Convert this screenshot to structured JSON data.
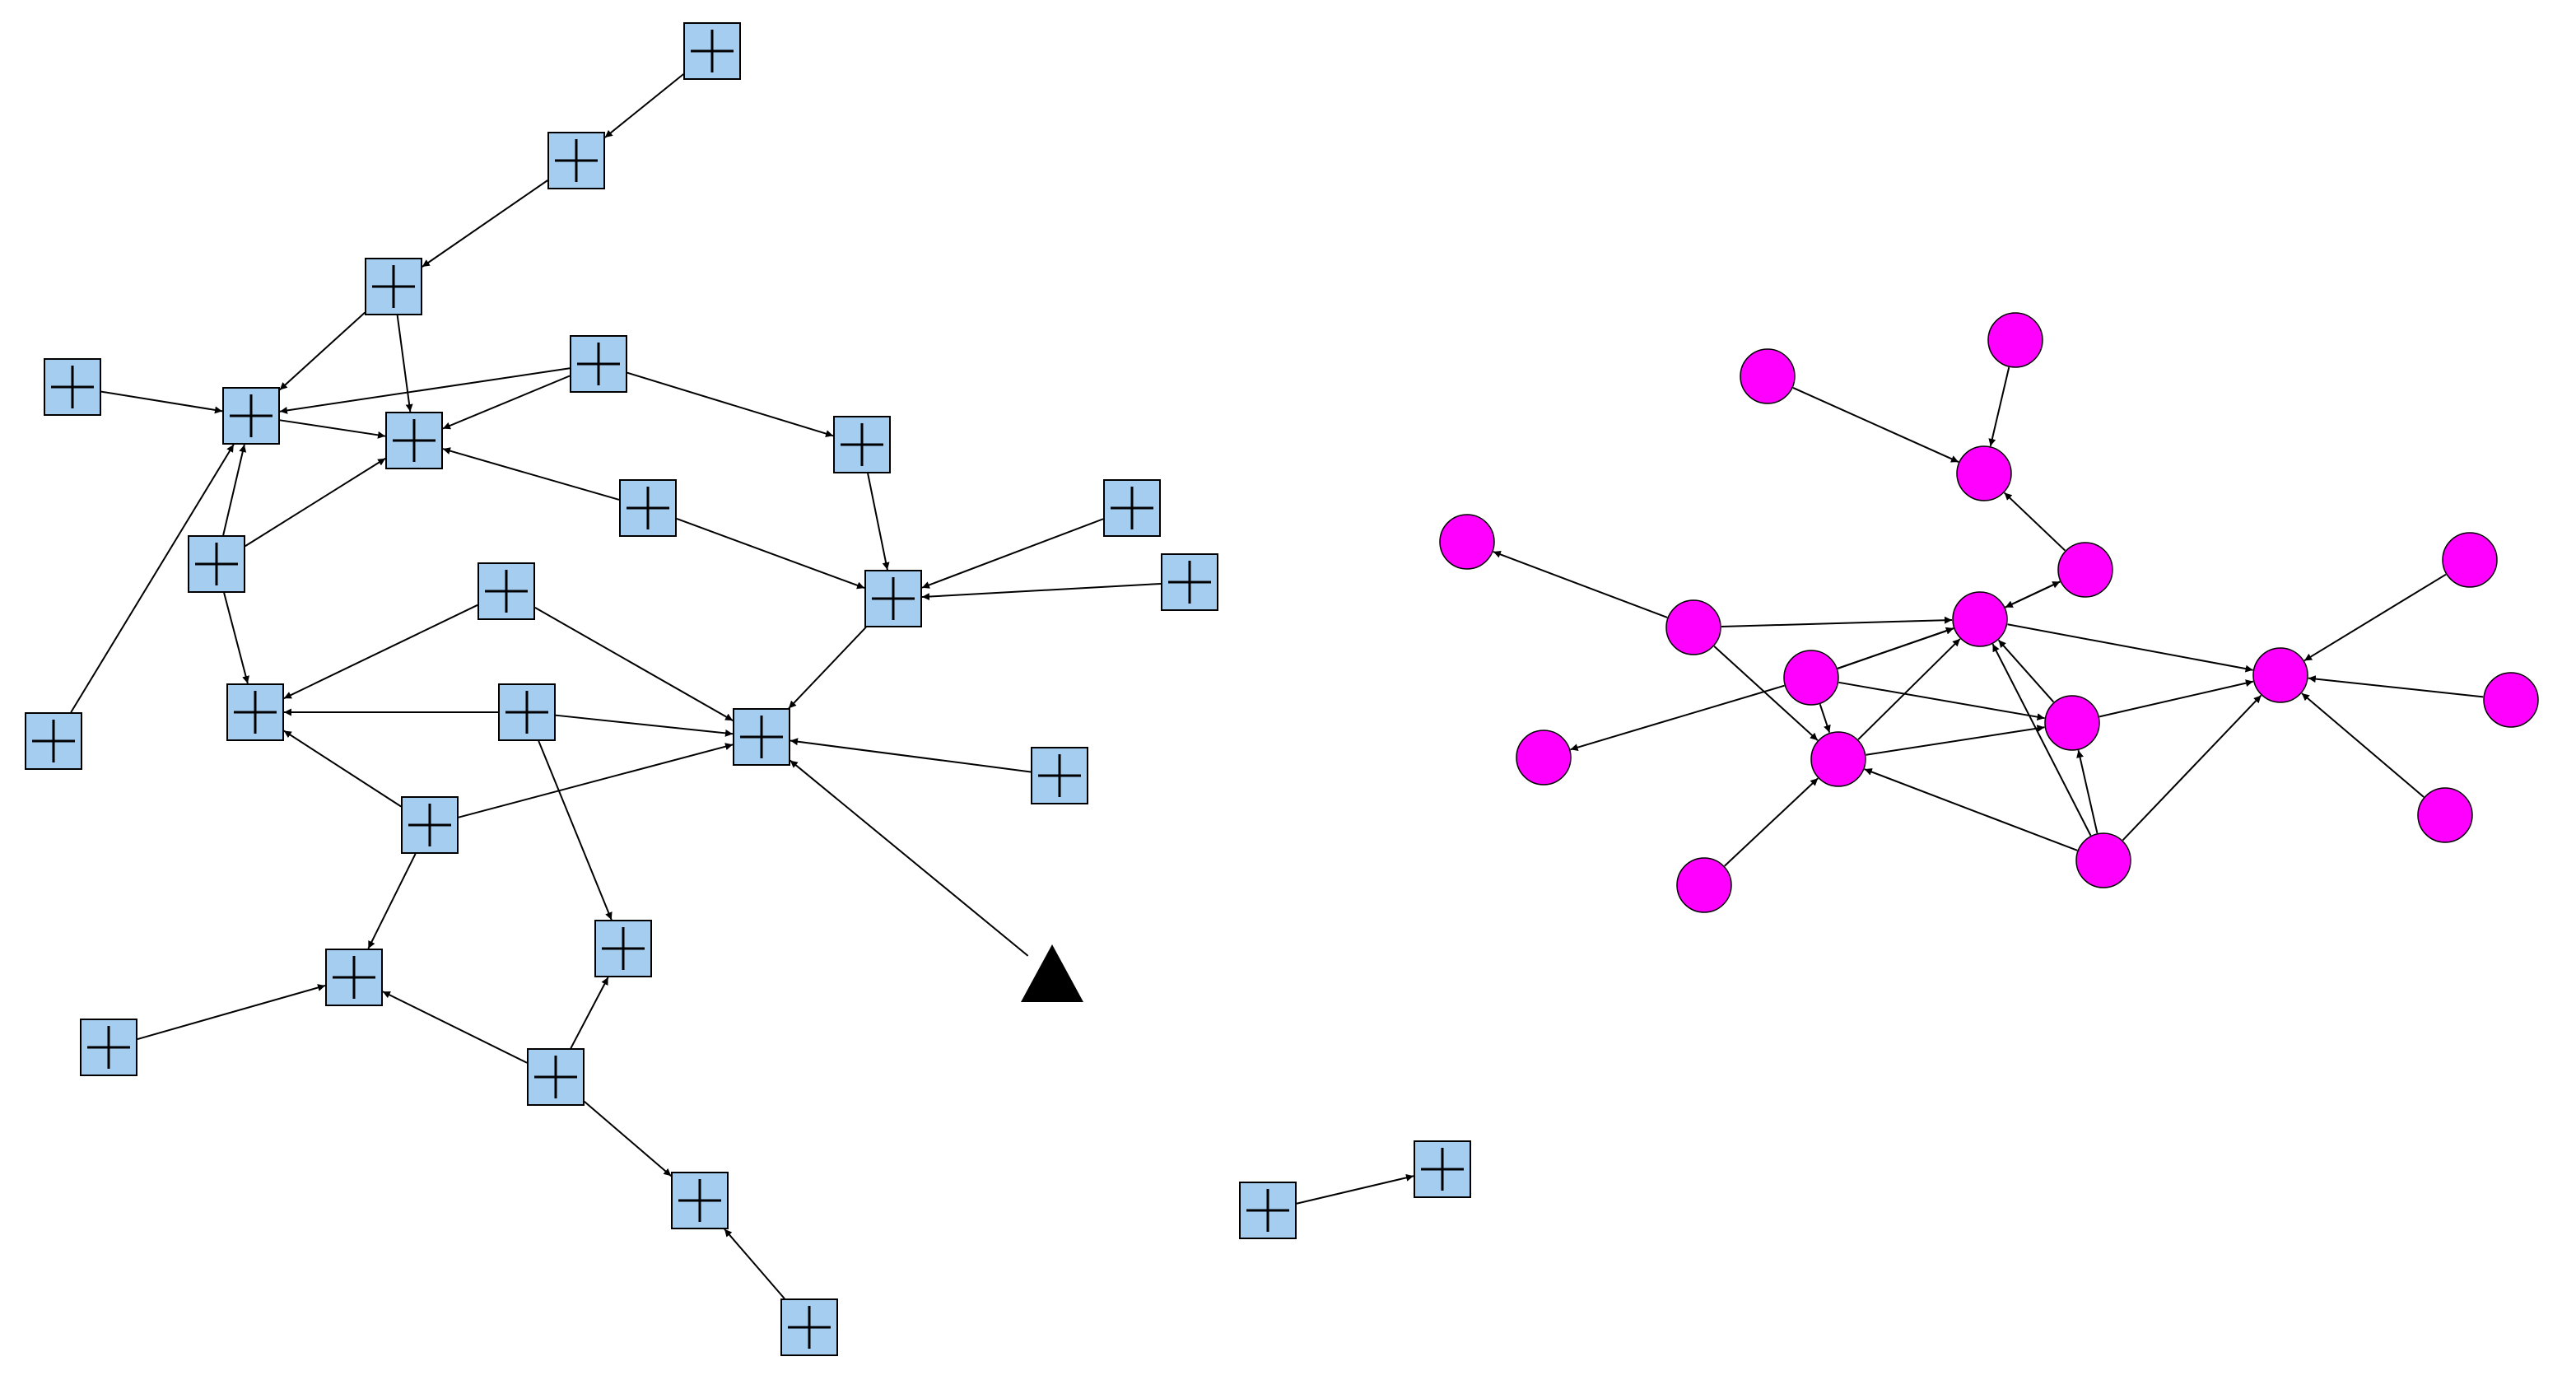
{
  "graph": {
    "colors": {
      "square_fill": "#a4cdf0",
      "square_stroke": "#000000",
      "circle_fill": "#ff00ff",
      "circle_stroke": "#000000",
      "triangle_fill": "#000000",
      "edge": "#000000",
      "background": "#ffffff"
    },
    "node_shapes": {
      "square": "grid-square-icon",
      "circle": "circle-node",
      "triangle": "triangle-node"
    },
    "nodes": [
      {
        "id": "s1",
        "shape": "square"
      },
      {
        "id": "s2",
        "shape": "square"
      },
      {
        "id": "s3",
        "shape": "square"
      },
      {
        "id": "s4",
        "shape": "square"
      },
      {
        "id": "s5",
        "shape": "square"
      },
      {
        "id": "s6",
        "shape": "square"
      },
      {
        "id": "s7",
        "shape": "square"
      },
      {
        "id": "s8",
        "shape": "square"
      },
      {
        "id": "s9",
        "shape": "square"
      },
      {
        "id": "s10",
        "shape": "square"
      },
      {
        "id": "s11",
        "shape": "square"
      },
      {
        "id": "s12",
        "shape": "square"
      },
      {
        "id": "s13",
        "shape": "square"
      },
      {
        "id": "s14",
        "shape": "square"
      },
      {
        "id": "s15",
        "shape": "square"
      },
      {
        "id": "s16",
        "shape": "square"
      },
      {
        "id": "s17",
        "shape": "square"
      },
      {
        "id": "s18",
        "shape": "square"
      },
      {
        "id": "s19",
        "shape": "square"
      },
      {
        "id": "s20",
        "shape": "square"
      },
      {
        "id": "s21",
        "shape": "square"
      },
      {
        "id": "s22",
        "shape": "square"
      },
      {
        "id": "s23",
        "shape": "square"
      },
      {
        "id": "s24",
        "shape": "square"
      },
      {
        "id": "s25",
        "shape": "square"
      },
      {
        "id": "s26",
        "shape": "square"
      },
      {
        "id": "s27",
        "shape": "square"
      },
      {
        "id": "t1",
        "shape": "triangle"
      },
      {
        "id": "c1",
        "shape": "circle"
      },
      {
        "id": "c2",
        "shape": "circle"
      },
      {
        "id": "c3",
        "shape": "circle"
      },
      {
        "id": "c4",
        "shape": "circle"
      },
      {
        "id": "c5",
        "shape": "circle"
      },
      {
        "id": "c6",
        "shape": "circle"
      },
      {
        "id": "c7",
        "shape": "circle"
      },
      {
        "id": "c8",
        "shape": "circle"
      },
      {
        "id": "c9",
        "shape": "circle"
      },
      {
        "id": "c10",
        "shape": "circle"
      },
      {
        "id": "c11",
        "shape": "circle"
      },
      {
        "id": "c12",
        "shape": "circle"
      },
      {
        "id": "c13",
        "shape": "circle"
      },
      {
        "id": "c14",
        "shape": "circle"
      },
      {
        "id": "c15",
        "shape": "circle"
      },
      {
        "id": "c16",
        "shape": "circle"
      },
      {
        "id": "c17",
        "shape": "circle"
      },
      {
        "id": "c18",
        "shape": "circle"
      }
    ],
    "edges": [
      {
        "from": "s1",
        "to": "s2"
      },
      {
        "from": "s2",
        "to": "s3"
      },
      {
        "from": "s3",
        "to": "s5"
      },
      {
        "from": "s3",
        "to": "s6"
      },
      {
        "from": "s4",
        "to": "s5"
      },
      {
        "from": "s5",
        "to": "s6"
      },
      {
        "from": "s7",
        "to": "s5"
      },
      {
        "from": "s7",
        "to": "s6"
      },
      {
        "from": "s7",
        "to": "s8"
      },
      {
        "from": "s9",
        "to": "s5"
      },
      {
        "from": "s9",
        "to": "s6"
      },
      {
        "from": "s9",
        "to": "s13"
      },
      {
        "from": "s10",
        "to": "s5"
      },
      {
        "from": "s11",
        "to": "s6"
      },
      {
        "from": "s11",
        "to": "s14"
      },
      {
        "from": "s8",
        "to": "s14"
      },
      {
        "from": "s12",
        "to": "s14"
      },
      {
        "from": "s15",
        "to": "s14"
      },
      {
        "from": "s16",
        "to": "s13"
      },
      {
        "from": "s16",
        "to": "s18"
      },
      {
        "from": "s17",
        "to": "s13"
      },
      {
        "from": "s17",
        "to": "s18"
      },
      {
        "from": "s17",
        "to": "s21"
      },
      {
        "from": "s14",
        "to": "s18"
      },
      {
        "from": "s19",
        "to": "s18"
      },
      {
        "from": "s20",
        "to": "s13"
      },
      {
        "from": "s20",
        "to": "s18"
      },
      {
        "from": "s20",
        "to": "s22"
      },
      {
        "from": "s23",
        "to": "s22"
      },
      {
        "from": "s24",
        "to": "s22"
      },
      {
        "from": "s24",
        "to": "s21"
      },
      {
        "from": "s24",
        "to": "s25"
      },
      {
        "from": "s26",
        "to": "s25"
      },
      {
        "from": "t1",
        "to": "s18"
      },
      {
        "from": "s27",
        "to": "s28"
      },
      {
        "from": "c2",
        "to": "c3"
      },
      {
        "from": "c1",
        "to": "c3"
      },
      {
        "from": "c6",
        "to": "c3"
      },
      {
        "from": "c6",
        "to": "c5"
      },
      {
        "from": "c7",
        "to": "c4"
      },
      {
        "from": "c7",
        "to": "c5"
      },
      {
        "from": "c7",
        "to": "c10"
      },
      {
        "from": "c8",
        "to": "c5"
      },
      {
        "from": "c8",
        "to": "c9"
      },
      {
        "from": "c8",
        "to": "c12"
      },
      {
        "from": "c8",
        "to": "c10"
      },
      {
        "from": "c8",
        "to": "c5"
      },
      {
        "from": "c10",
        "to": "c5"
      },
      {
        "from": "c10",
        "to": "c12"
      },
      {
        "from": "c12",
        "to": "c5"
      },
      {
        "from": "c12",
        "to": "c11"
      },
      {
        "from": "c5",
        "to": "c6"
      },
      {
        "from": "c5",
        "to": "c11"
      },
      {
        "from": "c15",
        "to": "c11"
      },
      {
        "from": "c15",
        "to": "c12"
      },
      {
        "from": "c15",
        "to": "c5"
      },
      {
        "from": "c15",
        "to": "c10"
      },
      {
        "from": "c13",
        "to": "c11"
      },
      {
        "from": "c14",
        "to": "c11"
      },
      {
        "from": "c16",
        "to": "c11"
      },
      {
        "from": "c17",
        "to": "c10"
      }
    ]
  }
}
